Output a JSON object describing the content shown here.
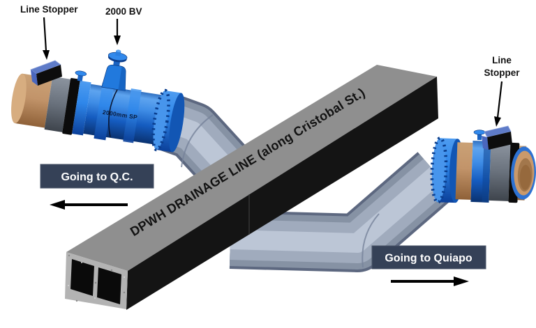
{
  "diagram": {
    "annotations": {
      "line_stopper_left": "Line Stopper",
      "valve_label": "2000 BV",
      "line_stopper_right": [
        "Line",
        "Stopper"
      ],
      "pipe_marking": "2000mm SP",
      "drainage_label": "DPWH DRAINAGE LINE (along Cristobal St.)"
    },
    "directions": {
      "left": "Going to Q.C.",
      "right": "Going to Quiapo"
    },
    "colors": {
      "pipe_blue": "#1e6fd2",
      "flange_blue": "#2f87ea",
      "sleeve_gray": "#97a2b4",
      "existing_pipe_brown": "#c2946a",
      "culvert_top_gray": "#8f8f8f",
      "culvert_side_black": "#141414",
      "concrete_face": "#b3b3b3",
      "direction_label_bg": "#354157",
      "direction_label_text": "#ffffff",
      "annotation_text": "#111111",
      "arrow_black": "#000000"
    }
  }
}
